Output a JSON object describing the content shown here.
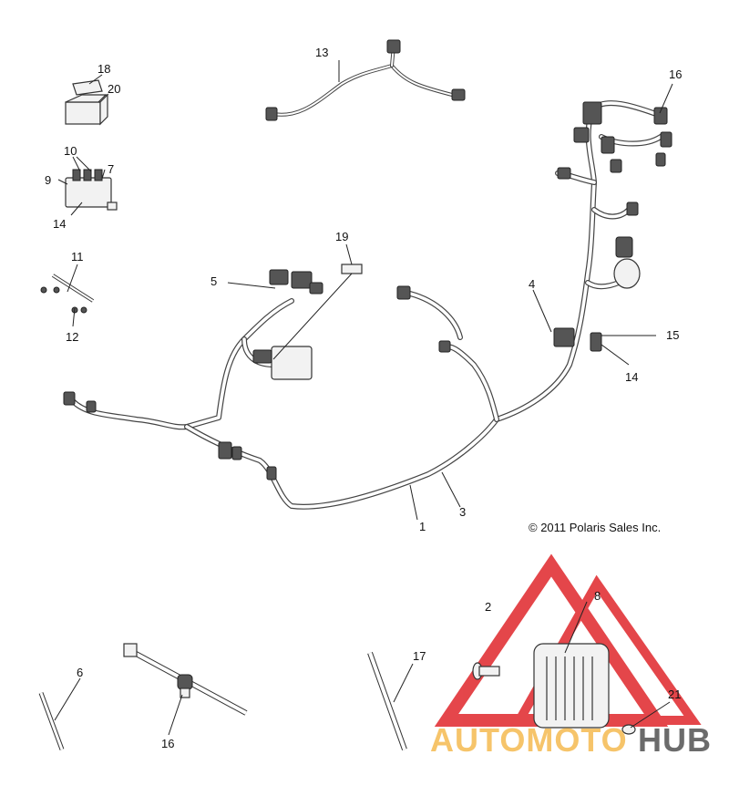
{
  "callouts": [
    "1",
    "2",
    "3",
    "4",
    "5",
    "6",
    "7",
    "8",
    "9",
    "10",
    "11",
    "12",
    "13",
    "14",
    "14",
    "15",
    "16",
    "16",
    "17",
    "18",
    "19",
    "20",
    "21"
  ],
  "copyright": "© 2011 Polaris Sales Inc.",
  "watermark": {
    "brand_left": "AUTOMOTO",
    "brand_right": "HUB",
    "accent": "#e0262b",
    "gold": "#f6c46a",
    "gray": "#6b6b6b"
  }
}
